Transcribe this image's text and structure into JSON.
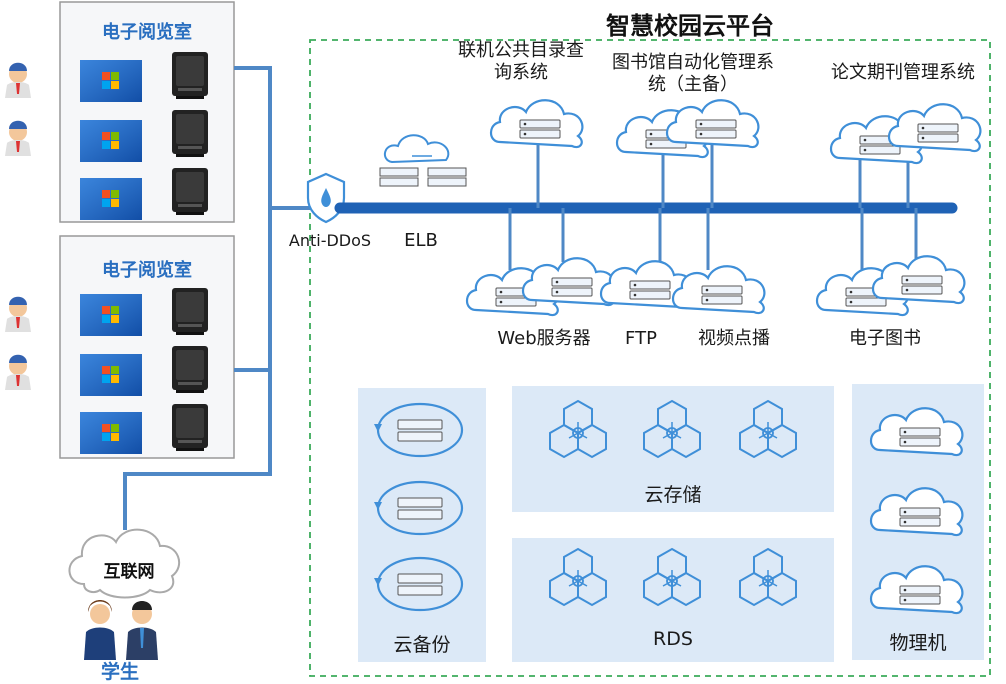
{
  "platform_title": "智慧校园云平台",
  "reading_room_1": "电子阅览室",
  "reading_room_2": "电子阅览室",
  "anti_ddos": "Anti-DDoS",
  "elb": "ELB",
  "opac": "联机公共目录查询系统",
  "library_system": "图书馆自动化管理系统（主备）",
  "journal_system": "论文期刊管理系统",
  "web_server": "Web服务器",
  "ftp": "FTP",
  "vod": "视频点播",
  "ebook": "电子图书",
  "cloud_backup": "云备份",
  "cloud_storage": "云存储",
  "rds": "RDS",
  "physical_machine": "物理机",
  "internet": "互联网",
  "students": "学生",
  "colors": {
    "bus": "#1f62b5",
    "link": "#4f88c6",
    "panel": "#dce9f7",
    "cloud_stroke": "#3f8fd8",
    "border_dash": "#3bab5a",
    "room_title": "#2a6fc0"
  }
}
